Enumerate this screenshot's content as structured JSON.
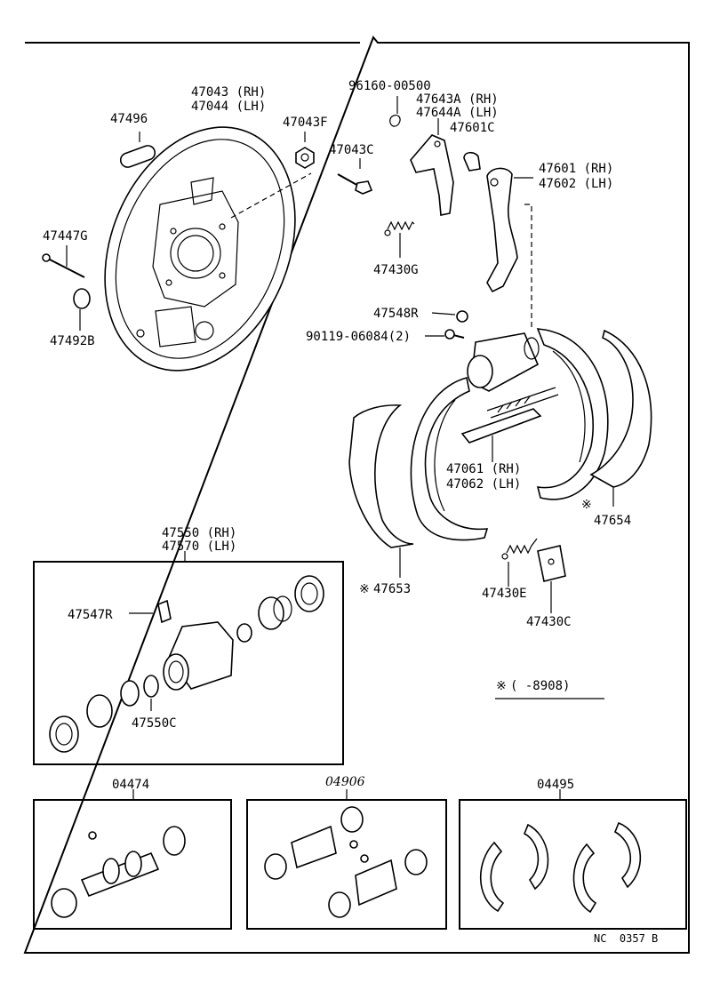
{
  "labels": {
    "backing_plate": [
      "47043 (RH)",
      "47044 (LH)"
    ],
    "plug": "47496",
    "nut": "47043F",
    "bolt": "47043C",
    "anchor_bolt": "47447G",
    "cap": "47492B",
    "clip": "96160-00500",
    "lever_bracket": [
      "47643A (RH)",
      "47644A (LH)"
    ],
    "lever_clip": "47601C",
    "parking_lever": [
      "47601 (RH)",
      "47602 (LH)"
    ],
    "spring_g": "47430G",
    "bleeder_r": "47548R",
    "bolt_2": "90119-06084(2)",
    "adjuster": [
      "47061 (RH)",
      "47062 (LH)"
    ],
    "lining_654": "47654",
    "lining_653": "47653",
    "spring_e": "47430E",
    "spring_c": "47430C",
    "cylinder": [
      "47550 (RH)",
      "47570 (LH)"
    ],
    "bleeder_547": "47547R",
    "cylinder_kit": "47550C",
    "note_range": "(     -8908)",
    "kit_1": "04474",
    "kit_2": "04906",
    "kit_3": "04495",
    "footer": "NC  0357 B",
    "note_symbol": "※"
  }
}
